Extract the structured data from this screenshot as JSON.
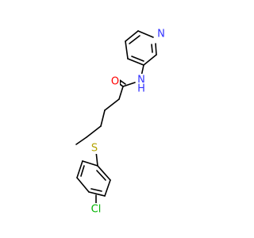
{
  "molecule": {
    "atoms": {
      "n_pyridine": {
        "label": "N",
        "color": "#3333ff"
      },
      "n_amide": {
        "label": "N",
        "color": "#3333ff"
      },
      "h_amide": {
        "label": "H",
        "color": "#3333ff"
      },
      "o_carbonyl": {
        "label": "O",
        "color": "#ff0000"
      },
      "s_thioether": {
        "label": "S",
        "color": "#b3a300"
      },
      "cl": {
        "label": "Cl",
        "color": "#00b300"
      }
    },
    "bond_color": "#000000"
  }
}
